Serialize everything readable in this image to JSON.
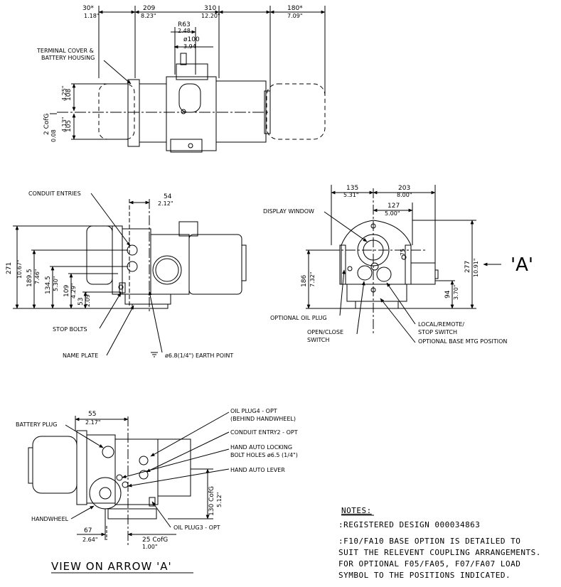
{
  "top_view": {
    "dims": {
      "d30": "30*",
      "d30_in": "1.18\"",
      "d209": "209",
      "d209_in": "8.23\"",
      "d310": "310",
      "d310_in": "12.20\"",
      "d180": "180*",
      "d180_in": "7.09\"",
      "r63": "R63",
      "r63_in": "2.48",
      "dia100": "ø100",
      "dia100_in": "3.94",
      "d108": "108",
      "d108_in": "4.25\"",
      "d105": "105",
      "d105_in": "4.13\"",
      "cofg": "2 CofG",
      "cofg_in": "0.08"
    },
    "labels": {
      "terminal_cover": "TERMINAL COVER &",
      "battery_housing": "BATTERY HOUSING"
    }
  },
  "side_view": {
    "dims": {
      "d54": "54",
      "d54_in": "2.12\"",
      "d271": "271",
      "d271_in": "10.67\"",
      "d189": "189.5",
      "d189_in": "7.46\"",
      "d134": "134.5",
      "d134_in": "5.30\"",
      "d109": "109",
      "d109_in": "4.29\"",
      "d53": "53",
      "d53_in": "2.09\""
    },
    "labels": {
      "conduit_entries": "CONDUIT ENTRIES",
      "stop_bolts": "STOP BOLTS",
      "name_plate": "NAME PLATE",
      "earth_point": "ø6.8(1/4\") EARTH POINT"
    }
  },
  "front_view": {
    "dims": {
      "d135": "135",
      "d135_in": "5.31\"",
      "d203": "203",
      "d203_in": "8.00\"",
      "d127": "127",
      "d127_in": "5.00\"",
      "d186": "186",
      "d186_in": "7.32\"",
      "d277": "277",
      "d277_in": "10.91\"",
      "d94": "94",
      "d94_in": "3.70\"",
      "d75": "75"
    },
    "labels": {
      "display_window": "DISPLAY WINDOW",
      "optional_oil_plug": "OPTIONAL OIL PLUG",
      "open_close_1": "OPEN/CLOSE",
      "open_close_2": "SWITCH",
      "local_remote_1": "LOCAL/REMOTE/",
      "local_remote_2": "STOP SWITCH",
      "optional_base": "OPTIONAL BASE MTG POSITION",
      "arrow_a": "'A'"
    }
  },
  "arrow_view": {
    "dims": {
      "d55": "55",
      "d55_in": "2.17\"",
      "d67": "67",
      "d67_in": "2.64\"",
      "d25": "25 CofG",
      "d25_in": "1.00\"",
      "d130": "130 CofG",
      "d130_in": "5.12\""
    },
    "labels": {
      "battery_plug": "BATTERY PLUG",
      "oil_plug4_1": "OIL PLUG4 - OPT",
      "oil_plug4_2": "(BEHIND HANDWHEEL)",
      "conduit_entry2": "CONDUIT ENTRY2 - OPT",
      "hand_auto_locking_1": "HAND AUTO LOCKING",
      "hand_auto_locking_2": "BOLT HOLES ø6.5 (1/4\")",
      "hand_auto_lever": "HAND AUTO LEVER",
      "handwheel": "HANDWHEEL",
      "oil_plug3": "OIL PLUG3 - OPT",
      "title": "VIEW ON ARROW 'A'"
    }
  },
  "notes": {
    "heading": "NOTES:",
    "lines": [
      ":REGISTERED DESIGN  000034863",
      ":F10/FA10 BASE OPTION IS DETAILED TO",
      "SUIT THE RELEVENT COUPLING ARRANGEMENTS.",
      "FOR OPTIONAL F05/FA05, F07/FA07 LOAD",
      "SYMBOL TO THE POSITIONS INDICATED."
    ]
  }
}
